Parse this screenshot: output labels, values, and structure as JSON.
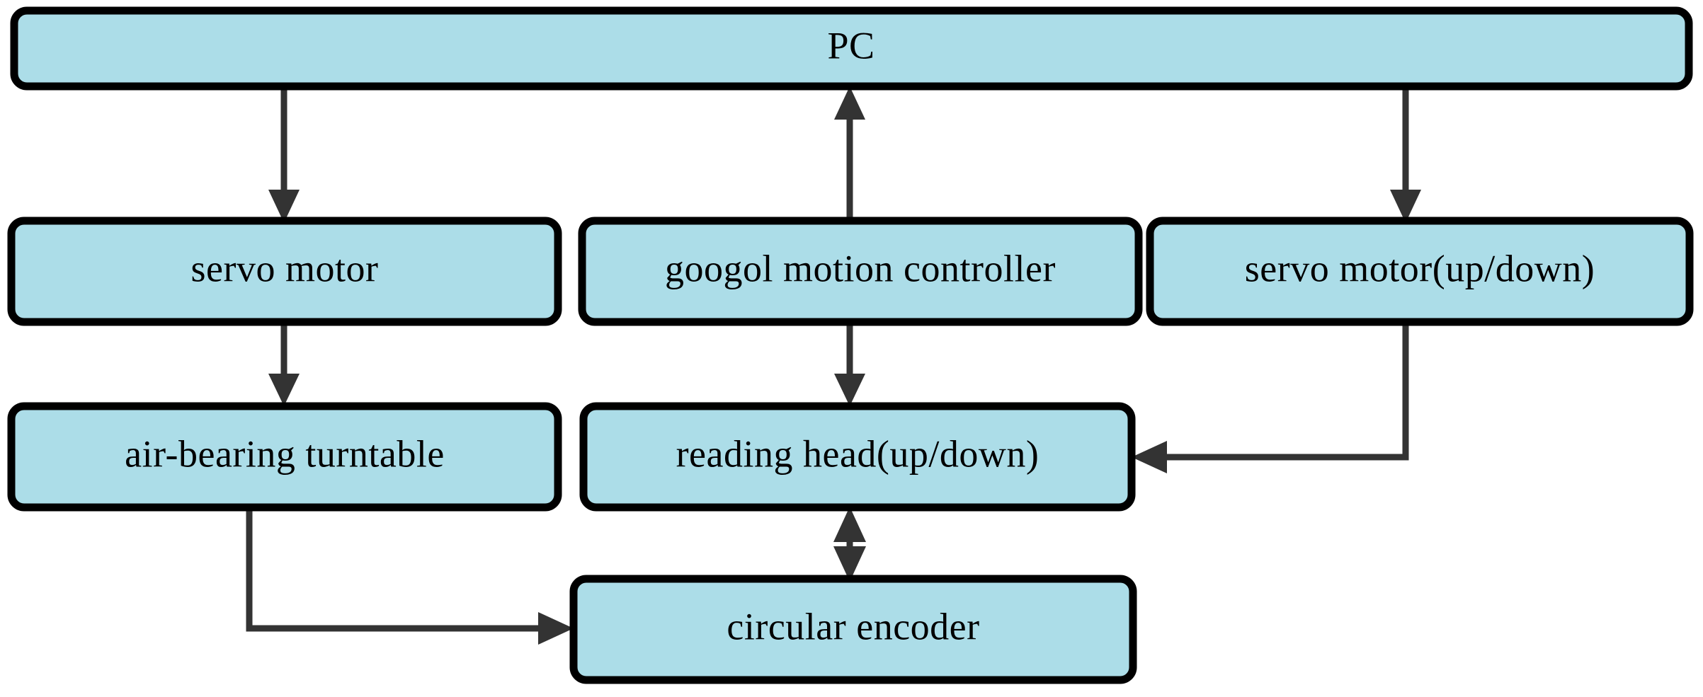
{
  "diagram": {
    "title": "measurement system block diagram",
    "background_color": "#ffffff",
    "node_fill_color": "#ACDDE8",
    "node_border_color": "#000000",
    "edge_color": "#333333",
    "nodes": [
      {
        "id": "pc",
        "label": "PC"
      },
      {
        "id": "servo_motor",
        "label": "servo motor"
      },
      {
        "id": "motion_ctrl",
        "label": "googol motion controller"
      },
      {
        "id": "servo_updown",
        "label": "servo motor(up/down)"
      },
      {
        "id": "turntable",
        "label": "air-bearing turntable"
      },
      {
        "id": "reading_head",
        "label": "reading head(up/down)"
      },
      {
        "id": "encoder",
        "label": "circular encoder"
      }
    ],
    "edges": [
      {
        "id": "pc-to-servo-motor",
        "from": "pc",
        "to": "servo_motor",
        "direction": "down",
        "arrowheads": "single"
      },
      {
        "id": "motion-ctrl-to-pc",
        "from": "motion_ctrl",
        "to": "pc",
        "direction": "up",
        "arrowheads": "single"
      },
      {
        "id": "pc-to-servo-updown",
        "from": "pc",
        "to": "servo_updown",
        "direction": "down",
        "arrowheads": "single"
      },
      {
        "id": "servo-motor-to-turntable",
        "from": "servo_motor",
        "to": "turntable",
        "direction": "down",
        "arrowheads": "single"
      },
      {
        "id": "motion-ctrl-to-reading-head",
        "from": "motion_ctrl",
        "to": "reading_head",
        "direction": "down",
        "arrowheads": "single"
      },
      {
        "id": "servo-updown-to-reading-head",
        "from": "servo_updown",
        "to": "reading_head",
        "direction": "left",
        "arrowheads": "single"
      },
      {
        "id": "turntable-to-encoder",
        "from": "turntable",
        "to": "encoder",
        "direction": "right",
        "arrowheads": "single"
      },
      {
        "id": "reading-head-encoder",
        "from": "reading_head",
        "to": "encoder",
        "direction": "both",
        "arrowheads": "double"
      }
    ]
  }
}
